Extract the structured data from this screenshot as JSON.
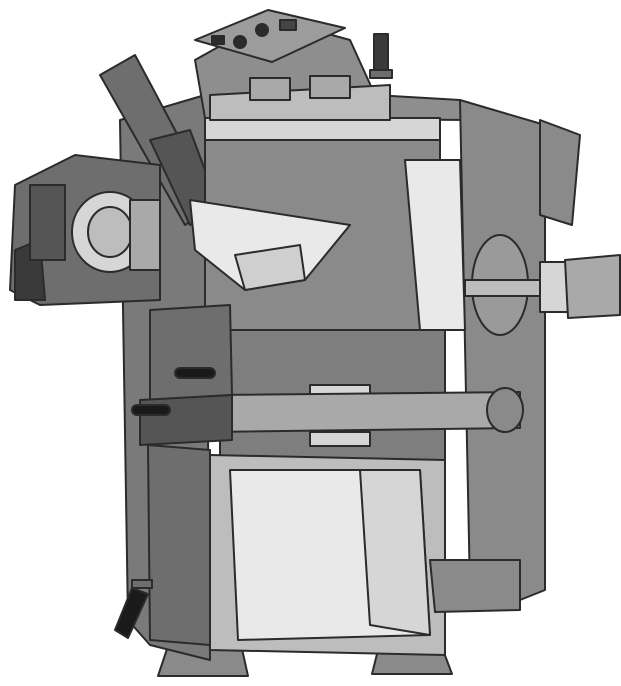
{
  "figure": {
    "subject": "boiler-cutaway",
    "style": "grayscale technical illustration",
    "labels": []
  },
  "colors": {
    "background": "#ffffff",
    "casing_dark": "#6e6e6e",
    "casing_mid": "#8a8a8a",
    "casing_light": "#a9a9a9",
    "interior_light": "#d6d6d6",
    "interior_pale": "#e9e9e9",
    "outline": "#2b2b2b",
    "handle": "#1a1a1a"
  },
  "components": [
    "control-panel",
    "fuel-feed-chute",
    "burner-fan-unit",
    "fuel-hopper-chamber",
    "heat-exchanger-baffle",
    "combustion-chamber",
    "flue-outlet",
    "exhaust-fan",
    "ash-pan-chamber",
    "ash-door-handle",
    "firebox-door-handle",
    "base-feet"
  ]
}
